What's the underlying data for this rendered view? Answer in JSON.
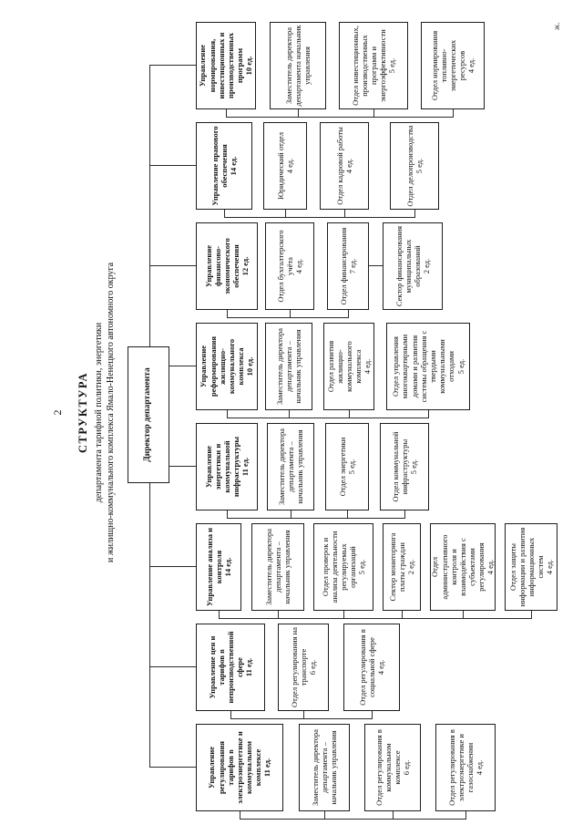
{
  "page": {
    "number": "2",
    "title": "СТРУКТУРА",
    "subtitle1": "департамента тарифной политики, энергетики",
    "subtitle2": "и жилищно-коммунального комплекса Ямало-Ненецкого автономного округа",
    "corner_mark": "ж."
  },
  "director": "Директор департамента",
  "columns": [
    {
      "unit": "Управление регулирования тарифов в электроэнергетике и коммунальном комплексе\n11 ед.",
      "children": [
        "Заместитель директора департамента – начальник управления",
        "Отдел регулирования в коммунальном комплексе\n6 ед.",
        "Отдел регулирования в электроэнергетике и газоснабжении\n4 ед."
      ]
    },
    {
      "unit": "Управление цен и тарифов в непроизводственной сфере\n11 ед.",
      "children": [
        "Отдел регулирования на транспорте\n6 ед.",
        "Отдел регулирования в социальной сфере\n4 ед."
      ]
    },
    {
      "unit": "Управление анализа и контроля\n14 ед.",
      "children": [
        "Заместитель директора департамента – начальник управления",
        "Отдел проверок и анализа деятельности регулируемых организаций\n5 ед.",
        "Сектор мониторинга платы граждан\n2 ед.",
        "Отдел административного контроля и взаимодействия с субъектами регулирования\n4 ед.",
        "Отдел защиты информации и развития информационных систем\n4 ед."
      ]
    },
    {
      "unit": "Управление энергетики и коммунальной инфраструктуры\n11 ед.",
      "children": [
        "Заместитель директора департамента – начальник управления",
        "Отдел энергетики\n5 ед.",
        "Отдел коммунальной инфраструктуры\n5 ед."
      ]
    },
    {
      "unit": "Управление реформирования жилищно-коммунального комплекса\n10 ед.",
      "children": [
        "Заместитель директора департамента – начальник управления",
        "Отдел развития жилищно-коммунального комплекса\n4 ед.",
        "Отдел управления многоквартирными домами и развития системы обращения с твердыми коммунальными отходами\n5 ед."
      ]
    },
    {
      "unit": "Управление финансово-экономического обеспечения\n12 ед.",
      "children": [
        "Отдел бухгалтерского учёта\n4 ед.",
        "Отдел финансирования\n7 ед.",
        "Сектор финансирования муниципальных образований\n2 ед."
      ]
    },
    {
      "unit": "Управление правового обеспечения\n14 ед.",
      "children": [
        "Юридический отдел\n4 ед.",
        "Отдел кадровой работы\n4 ед.",
        "Отдел делопроизводства\n5 ед."
      ]
    },
    {
      "unit": "Управление нормирования, инвестиционных и производственных программ\n10 ед.",
      "children": [
        "Заместитель директора департамента начальник управления",
        "Отдел инвестиционных, производственных программ и энергоэффективности\n5 ед.",
        "Отдел нормирования топливно-энергетических ресурсов\n4 ед."
      ]
    }
  ]
}
